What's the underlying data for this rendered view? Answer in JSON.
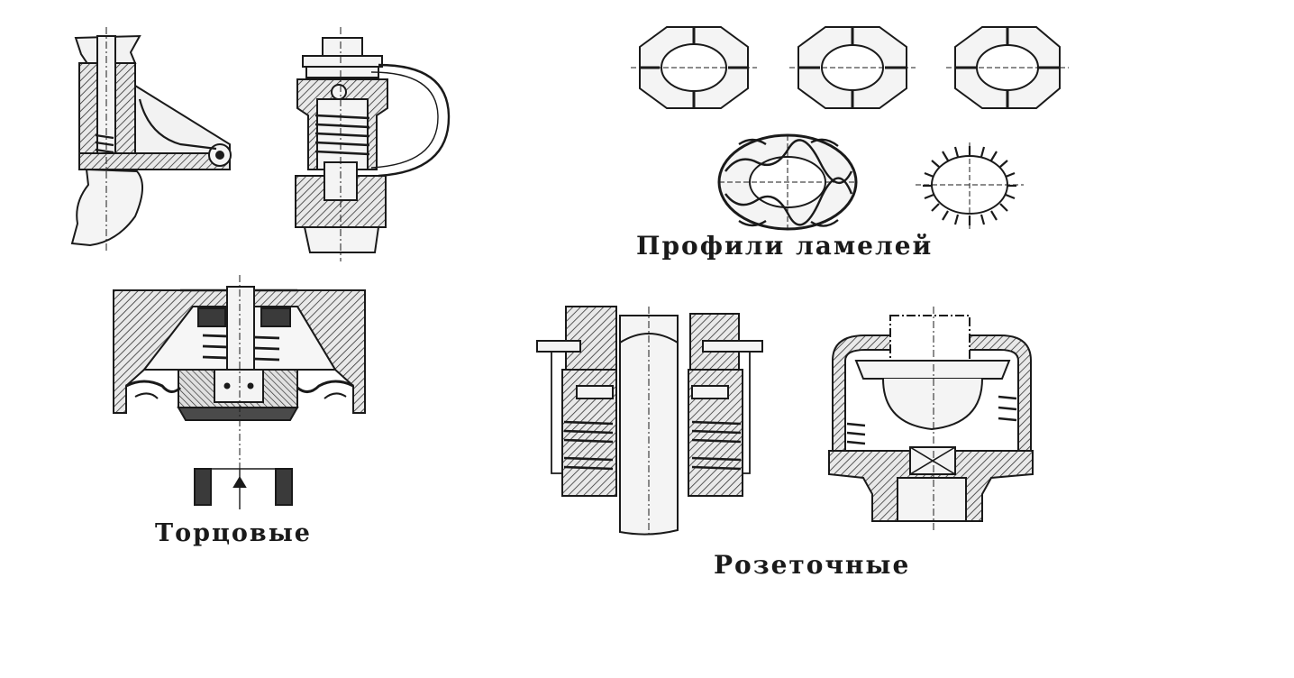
{
  "captions": {
    "profiles": "Профили ламелей",
    "face": "Торцовые",
    "rosette": "Розеточные"
  },
  "colors": {
    "ink": "#1a1a1a",
    "hatch": "#333333",
    "dark_fill": "#3a3a3a",
    "light_fill": "#f4f4f4",
    "background": "#ffffff"
  }
}
